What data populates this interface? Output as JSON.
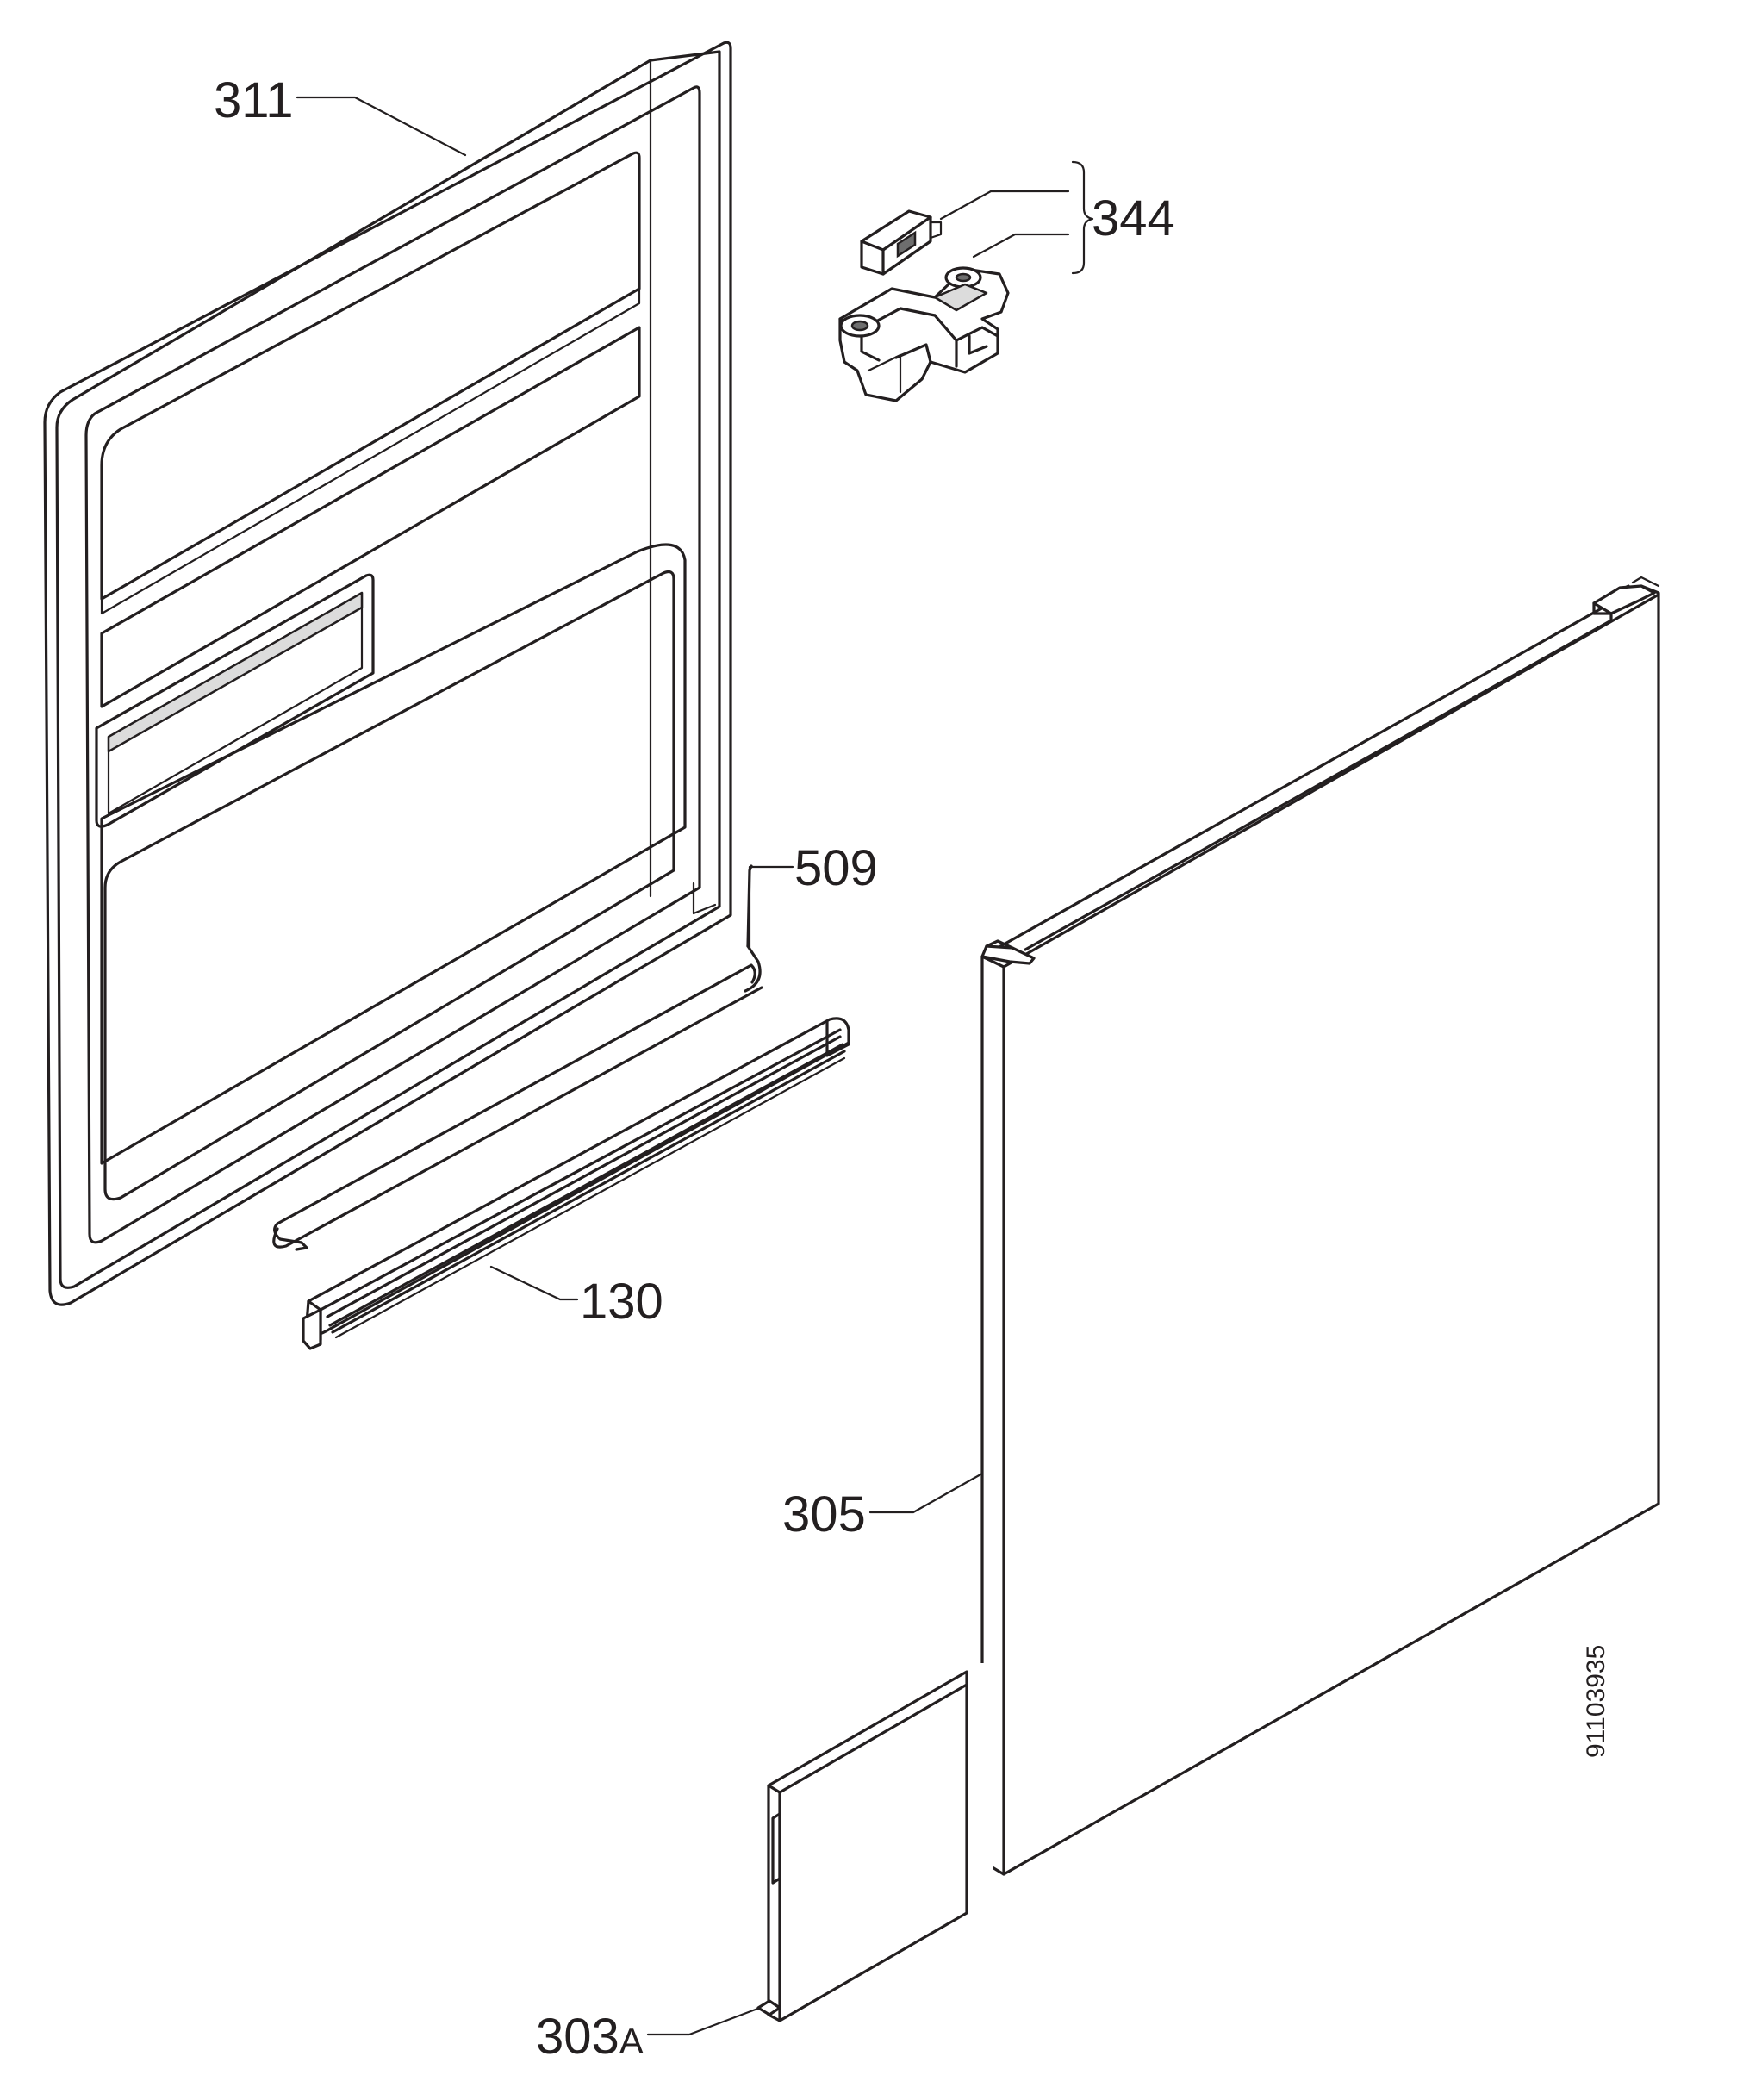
{
  "labels": {
    "p311": "311",
    "p344": "344",
    "p509": "509",
    "p130": "130",
    "p305": "305",
    "p303": "303",
    "p303_suffix": "A"
  },
  "doc_number": "91103935"
}
